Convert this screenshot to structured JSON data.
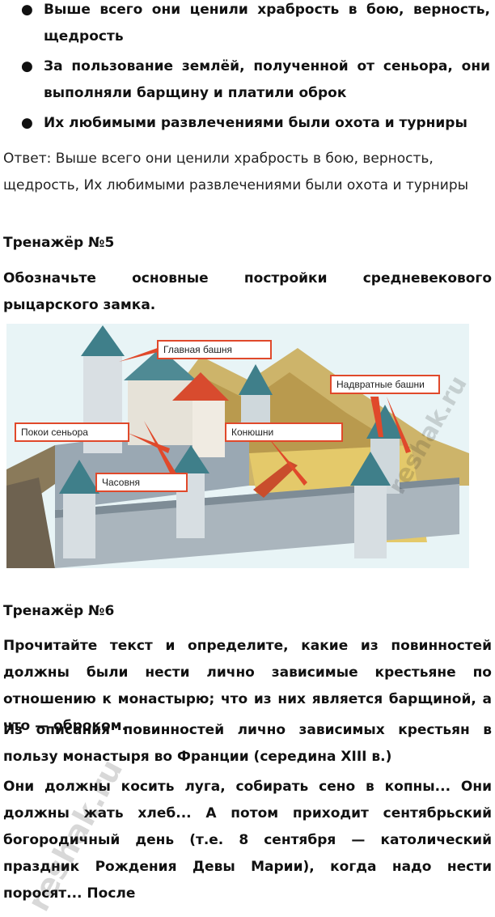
{
  "bullets": [
    "Выше всего они ценили храбрость в бою, верность, щедрость",
    "За пользование землёй, полученной от сеньора, они выполняли барщину и платили оброк",
    "Их любимыми развлечениями были охота и турниры"
  ],
  "answer": "Ответ: Выше всего они ценили храбрость в бою, верность, щедрость, Их любимыми развлечениями были охота и турниры",
  "trainer5": {
    "title": "Тренажёр №5",
    "task": "Обозначьте основные постройки средневекового рыцарского замка."
  },
  "castle_labels": {
    "main_tower": "Главная башня",
    "gate_towers": "Надвратные башни",
    "lord_chambers": "Покои сеньора",
    "stables": "Конюшни",
    "chapel": "Часовня"
  },
  "trainer6": {
    "title": "Тренажёр №6",
    "task": "Прочитайте текст и определите, какие из повинностей должны были нести лично зависимые крестьяне по отношению к монастырю; что из них является барщиной, а что — оброком.",
    "source_title": "Из описания повинностей лично зависимых крестьян в пользу монастыря во Франции (середина XIII в.)",
    "text": "Они должны косить луга, собирать сено в копны... Они должны жать хлеб... А потом приходит сентябрьский богородичный день (т.е. 8 сентября — католический праздник Рождения Девы Марии), когда надо нести поросят... После"
  },
  "watermark": "reshak.ru",
  "colors": {
    "label_border": "#e0492b",
    "text": "#111111"
  }
}
